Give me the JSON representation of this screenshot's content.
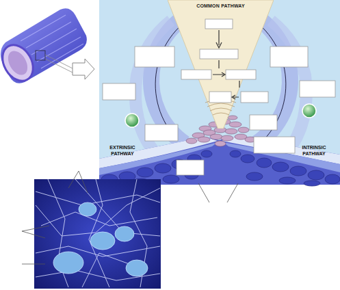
{
  "diagram": {
    "nodes": [
      {
        "text": [
          "COMMON PATHWAY"
        ]
      }
    ],
    "labels": [
      "EXTRINSIC PATHWAY",
      "INTRINSIC PATHWAY"
    ]
  }
}
